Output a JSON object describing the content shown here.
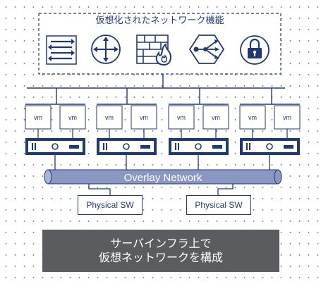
{
  "virtual_functions": {
    "title": "仮想化されたネットワーク機能",
    "icons": [
      "switch-arrows-icon",
      "router-icon",
      "firewall-icon",
      "load-balancer-icon",
      "lock-icon"
    ]
  },
  "hosts": [
    {
      "vms": [
        "vm",
        "vm"
      ]
    },
    {
      "vms": [
        "vm",
        "vm"
      ]
    },
    {
      "vms": [
        "vm",
        "vm"
      ]
    },
    {
      "vms": [
        "vm",
        "vm"
      ]
    }
  ],
  "overlay": {
    "label": "Overlay Network"
  },
  "physical_switches": [
    "Physical SW",
    "Physical SW"
  ],
  "banner": {
    "line1": "サーバインフラ上で",
    "line2": "仮想ネットワークを構成"
  },
  "colors": {
    "navy": "#1f3a73",
    "overlay_fill": "#8a97c3",
    "banner_bg": "#5b5c60"
  }
}
